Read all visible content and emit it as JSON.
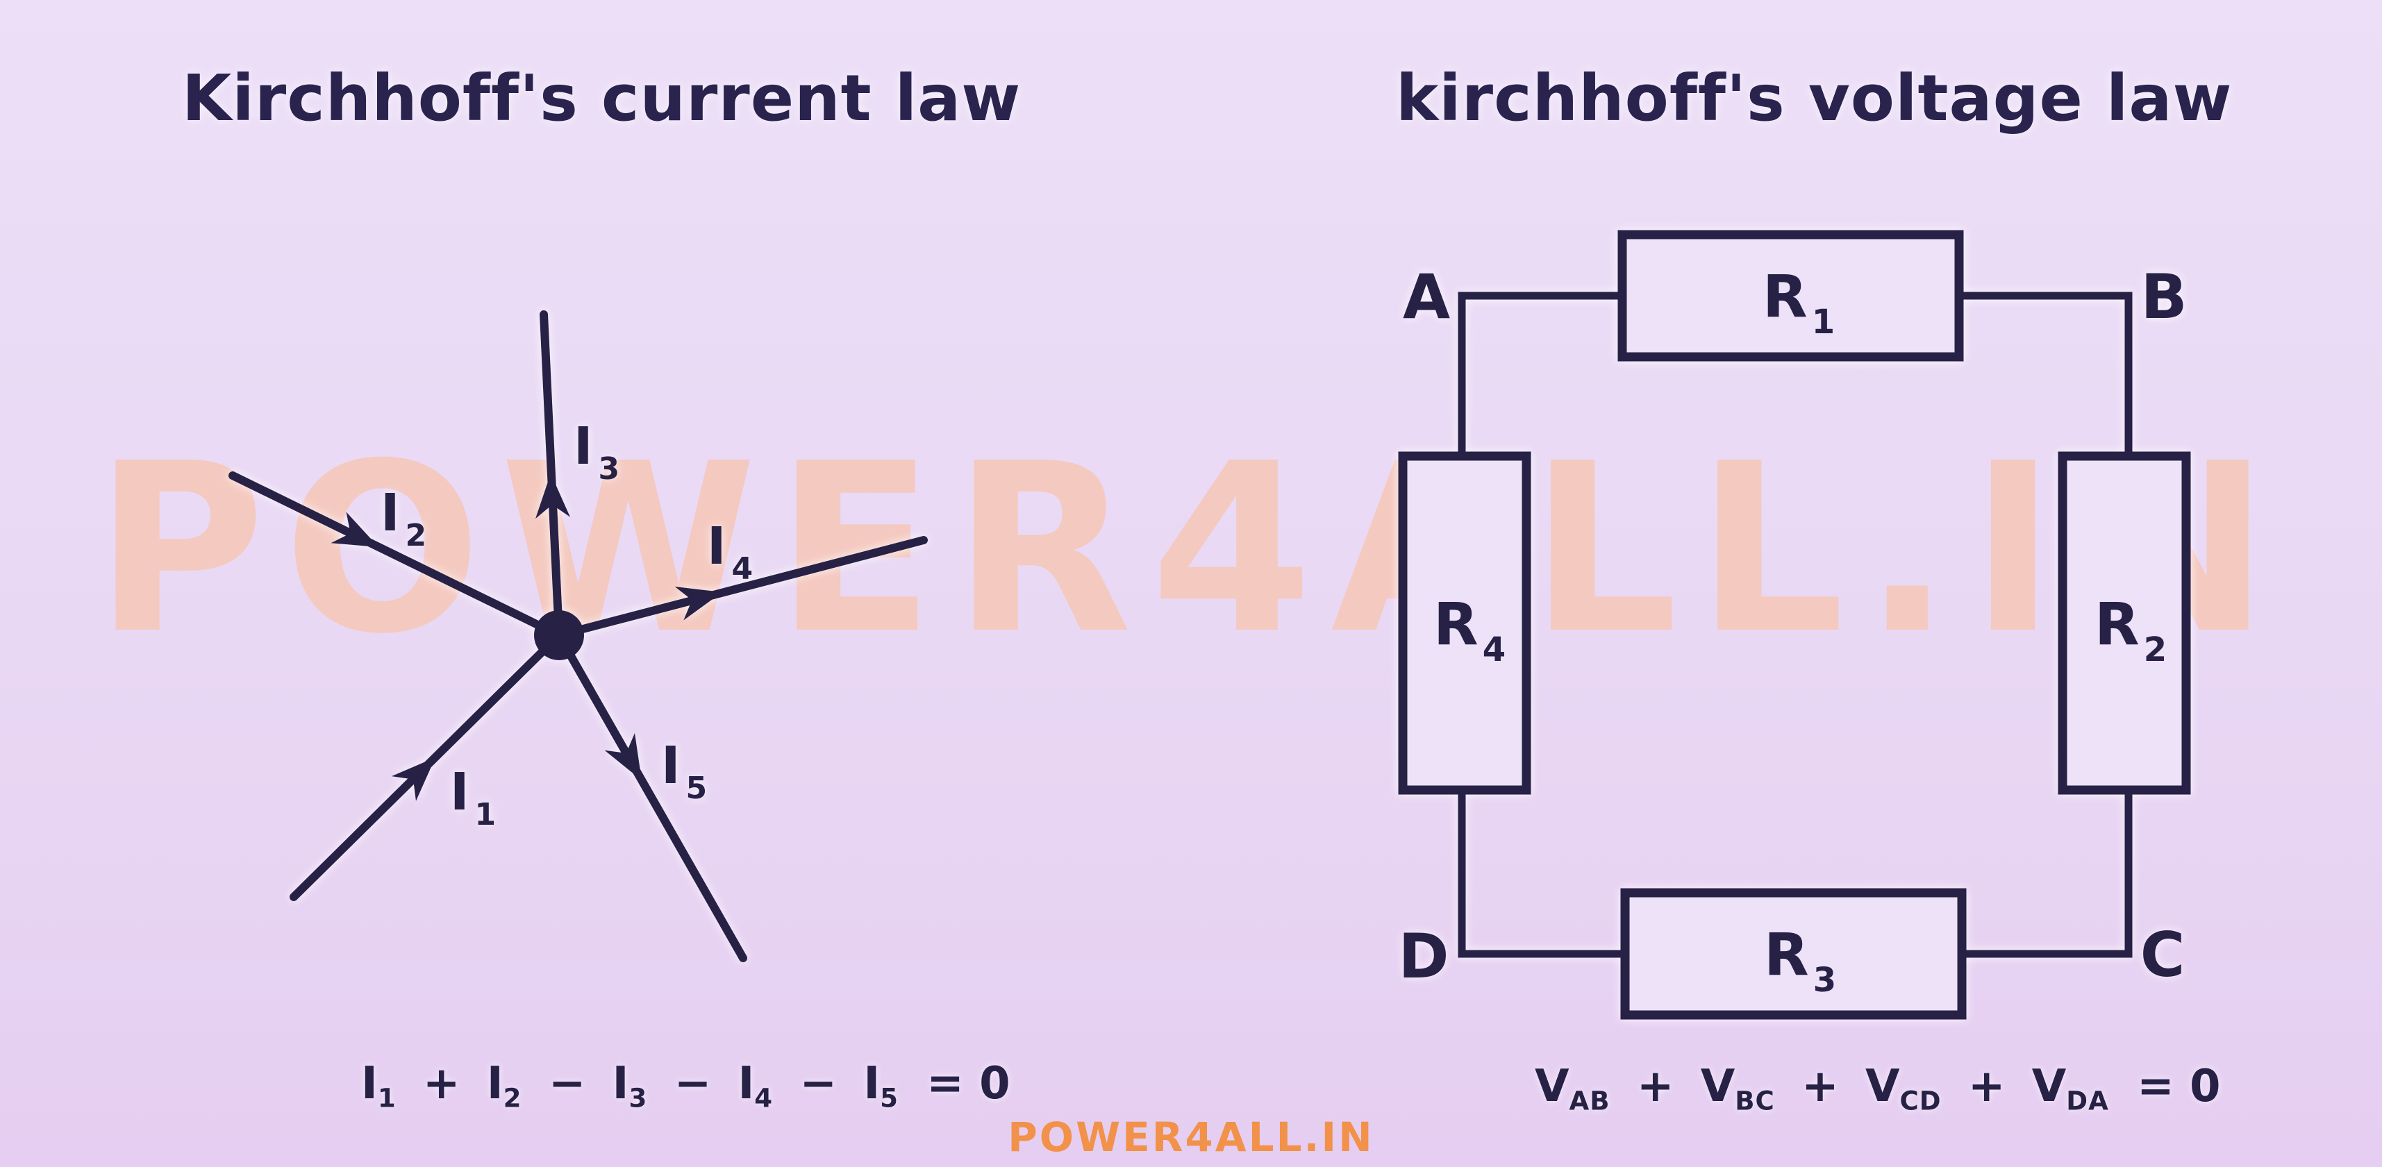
{
  "titles": {
    "left": "Kirchhoff's current law",
    "right": "kirchhoff's voltage law"
  },
  "watermark": "POWER4ALL.IN",
  "footer": "POWER4ALL.IN",
  "colors": {
    "background": "#e9d8f4",
    "ink": "#262145",
    "watermark_pink": "#f4c9c0",
    "brand_orange": "#f2914a"
  },
  "kcl": {
    "currents": [
      {
        "sym": "I",
        "sub": "1"
      },
      {
        "sym": "I",
        "sub": "2"
      },
      {
        "sym": "I",
        "sub": "3"
      },
      {
        "sym": "I",
        "sub": "4"
      },
      {
        "sym": "I",
        "sub": "5"
      }
    ],
    "equation": {
      "terms": [
        {
          "sym": "I",
          "sub": "1"
        },
        {
          "sym": "I",
          "sub": "2"
        },
        {
          "sym": "I",
          "sub": "3"
        },
        {
          "sym": "I",
          "sub": "4"
        },
        {
          "sym": "I",
          "sub": "5"
        }
      ],
      "ops": [
        "+",
        "−",
        "−",
        "−"
      ],
      "rhs": "= 0"
    }
  },
  "kvl": {
    "nodes": {
      "a": "A",
      "b": "B",
      "c": "C",
      "d": "D"
    },
    "resistors": [
      {
        "sym": "R",
        "sub": "1"
      },
      {
        "sym": "R",
        "sub": "2"
      },
      {
        "sym": "R",
        "sub": "3"
      },
      {
        "sym": "R",
        "sub": "4"
      }
    ],
    "equation": {
      "terms": [
        {
          "sym": "V",
          "sub": "AB"
        },
        {
          "sym": "V",
          "sub": "BC"
        },
        {
          "sym": "V",
          "sub": "CD"
        },
        {
          "sym": "V",
          "sub": "DA"
        }
      ],
      "ops": [
        "+",
        "+",
        "+"
      ],
      "rhs": "= 0"
    }
  }
}
